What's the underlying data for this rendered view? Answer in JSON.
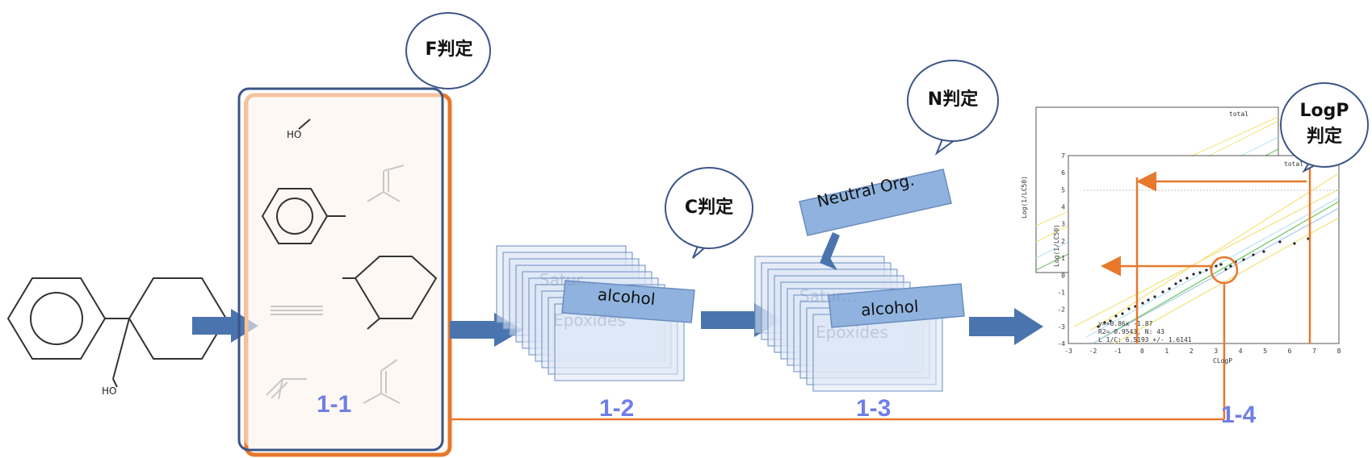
{
  "steps": {
    "s11": "1-1",
    "s12": "1-2",
    "s13": "1-3",
    "s14": "1-4"
  },
  "bubbles": {
    "f": "F判定",
    "c": "C判定",
    "n": "N判定",
    "logp_line1": "LogP",
    "logp_line2": "判定"
  },
  "cards": {
    "alcohol_1": "alcohol",
    "alcohol_2": "alcohol",
    "neutral": "Neutral Org.",
    "faded_epoxides": "Epoxides",
    "faded_saturated": "Satur..."
  },
  "molecules": {
    "input_ho": "HO",
    "frag_ho": "HO"
  },
  "plot": {
    "ylabel": "Log(1/LC50)",
    "xlabel": "CLogP",
    "legend": "total",
    "eq": "y=+0.86x -1.87",
    "r2": "R2= 0.9543, N: 43",
    "lc": "L 1/C:  6.5193 +/- 1.6141",
    "xticks": [
      "-3",
      "-2",
      "-1",
      "0",
      "1",
      "2",
      "3",
      "4",
      "5",
      "6",
      "7",
      "8"
    ],
    "yticks": [
      "7",
      "6",
      "5",
      "4",
      "3",
      "2",
      "1",
      "0",
      "-1",
      "-2",
      "-3",
      "-4"
    ]
  },
  "colors": {
    "arrow_blue": "#4a74ae",
    "orange": "#e8782a",
    "frame_blue": "#3b5587",
    "card_fill": "#c9d9ef",
    "card_stroke": "#6a8cc0",
    "label_blue": "#6f7fe6"
  }
}
